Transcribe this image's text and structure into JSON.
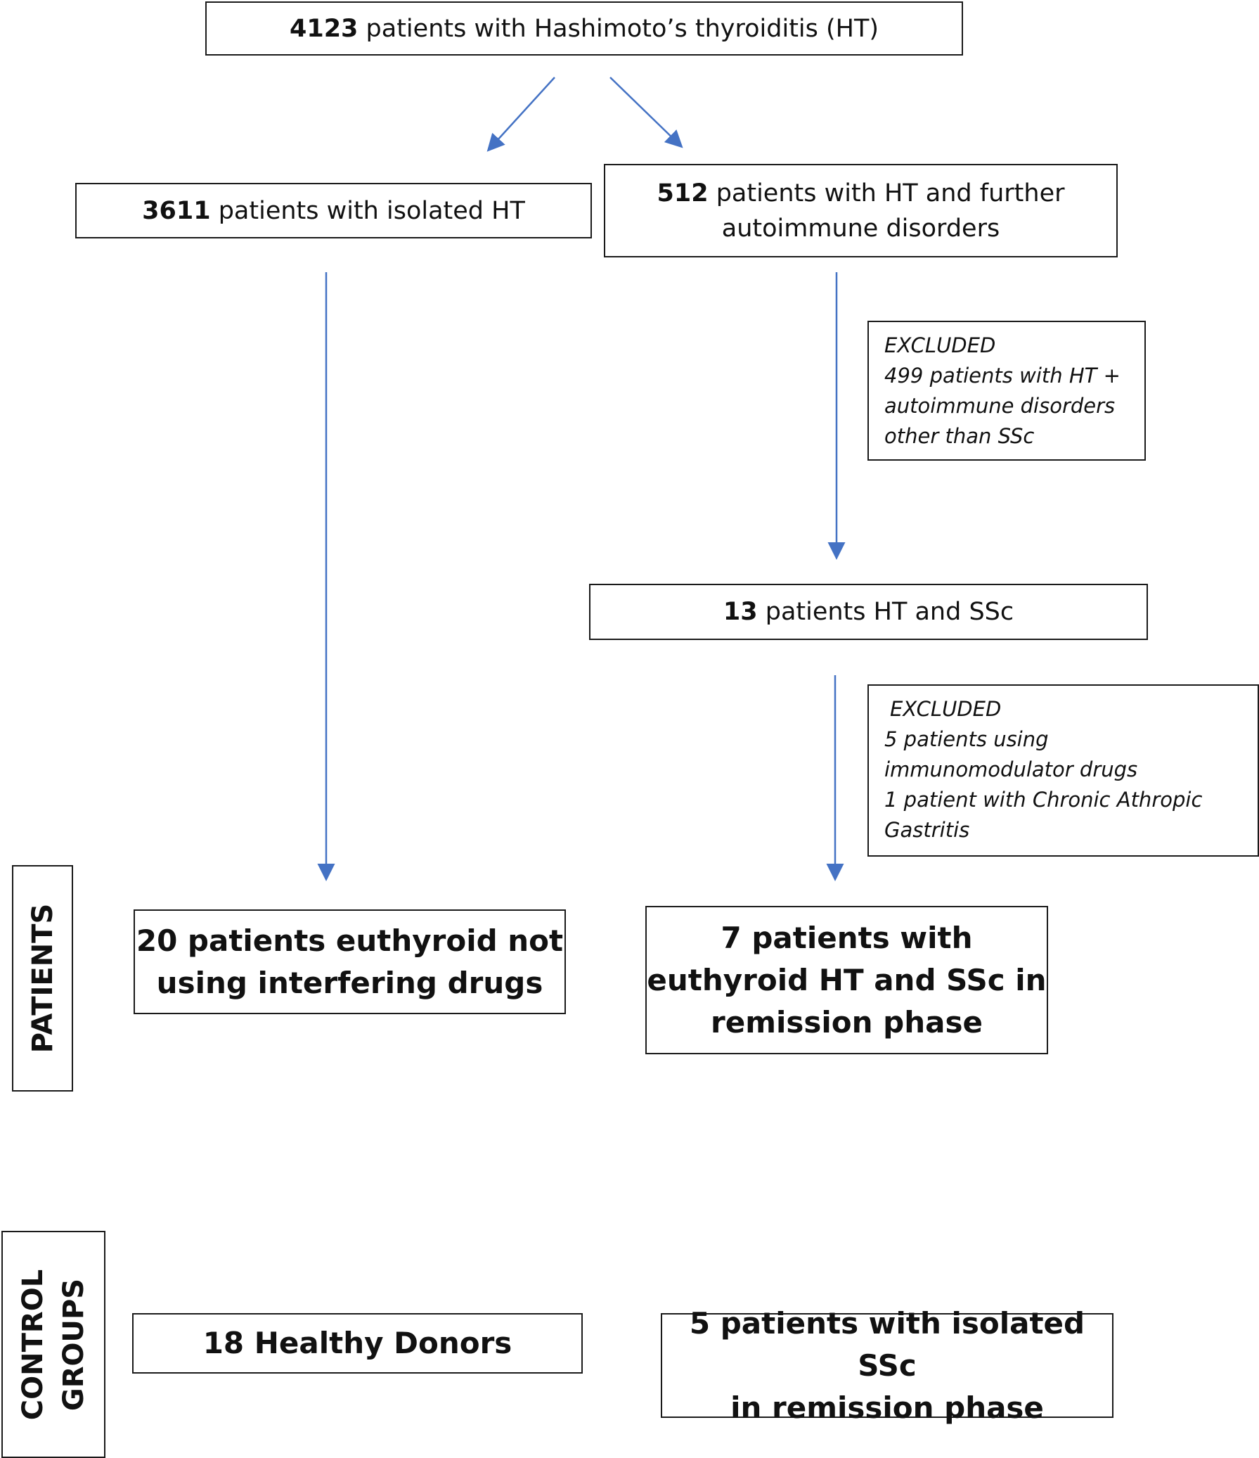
{
  "boxes": {
    "total": {
      "count": "4123",
      "text": "patients with Hashimoto’s thyroiditis (HT)"
    },
    "isolated": {
      "count": "3611",
      "text": "patients with isolated HT"
    },
    "further": {
      "count": "512",
      "line1": "patients with HT and further",
      "line2": "autoimmune disorders"
    },
    "excluded1": {
      "header": "EXCLUDED",
      "lines": [
        "499 patients with HT +",
        "autoimmune disorders",
        "other than SSc"
      ]
    },
    "htssc": {
      "count": "13",
      "text": "patients HT and SSc"
    },
    "excluded2": {
      "header": "EXCLUDED",
      "lines": [
        "5 patients using",
        "immunomodulator drugs",
        "1 patient with Chronic Athropic",
        "Gastritis"
      ]
    },
    "euthyroid20": {
      "line1": "20 patients euthyroid not",
      "line2": "using interfering drugs"
    },
    "euthyroid7": {
      "line1": "7 patients with",
      "line2": "euthyroid HT and SSc in",
      "line3": "remission phase"
    },
    "healthy": {
      "text": "18 Healthy Donors"
    },
    "isolated_ssc": {
      "line1": "5 patients with isolated SSc",
      "line2": "in remission phase"
    }
  },
  "side_labels": {
    "patients": "PATIENTS",
    "control_line1": "CONTROL",
    "control_line2": "GROUPS"
  },
  "colors": {
    "arrow": "#4472c4",
    "border": "#1a1a1a"
  }
}
